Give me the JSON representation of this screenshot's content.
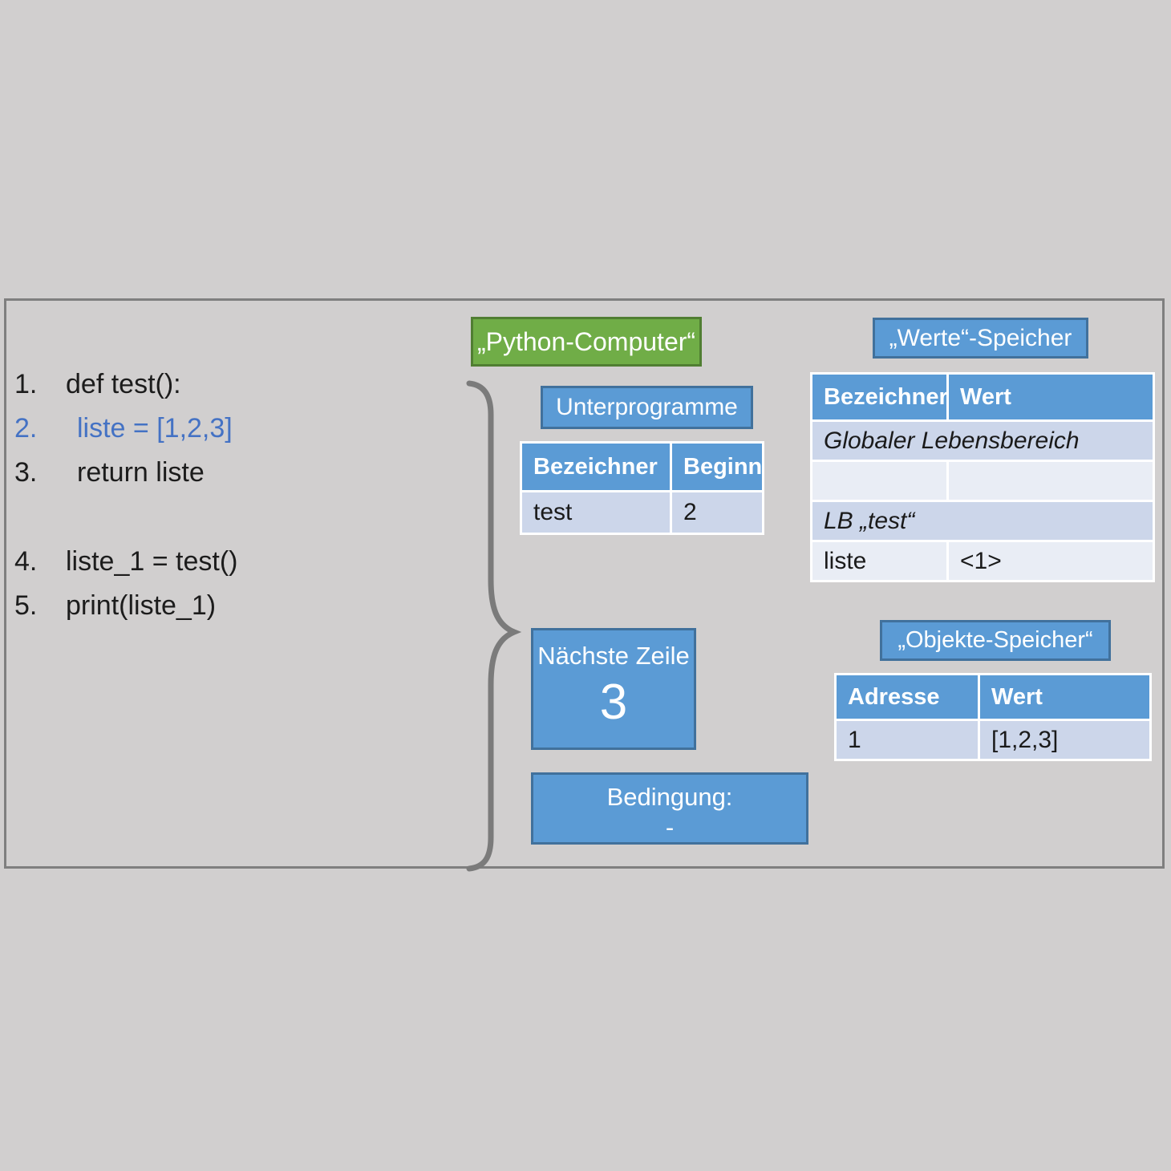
{
  "titles": {
    "python_computer": "„Python-Computer“",
    "werte_speicher": "„Werte“-Speicher",
    "unterprogramme": "Unterprogramme",
    "objekte_speicher": "„Objekte-Speicher“"
  },
  "code": {
    "lines": [
      {
        "num": "1.",
        "text": "def test():"
      },
      {
        "num": "2.",
        "text": "liste = [1,2,3]"
      },
      {
        "num": "3.",
        "text": "return liste"
      },
      {
        "num": "4.",
        "text": "liste_1 = test()"
      },
      {
        "num": "5.",
        "text": "print(liste_1)"
      }
    ],
    "highlighted_line": 2
  },
  "unterprogramme_table": {
    "headers": [
      "Bezeichner",
      "Beginn"
    ],
    "rows": [
      [
        "test",
        "2"
      ]
    ]
  },
  "werte_table": {
    "headers": [
      "Bezeichner",
      "Wert"
    ],
    "rows": [
      {
        "type": "scope",
        "label": "Globaler Lebensbereich"
      },
      {
        "type": "cells",
        "cells": [
          "",
          ""
        ]
      },
      {
        "type": "scope",
        "label": "LB „test“"
      },
      {
        "type": "cells",
        "cells": [
          "liste",
          "<1>"
        ]
      }
    ]
  },
  "objekte_table": {
    "headers": [
      "Adresse",
      "Wert"
    ],
    "rows": [
      [
        "1",
        "[1,2,3]"
      ]
    ]
  },
  "naechste_zeile": {
    "label": "Nächste Zeile",
    "value": "3"
  },
  "bedingung": {
    "label": "Bedingung:",
    "value": "-"
  },
  "colors": {
    "background": "#d1cfcf",
    "outer_border": "#7f7f7f",
    "green_fill": "#70ad47",
    "green_border": "#507e32",
    "blue_fill": "#5b9bd5",
    "blue_border": "#41719c",
    "band_dark": "#ccd6ea",
    "band_light": "#e9edf5",
    "code_text": "#1c1c1c",
    "code_highlight": "#4472c4",
    "brace": "#7b7b7b"
  }
}
